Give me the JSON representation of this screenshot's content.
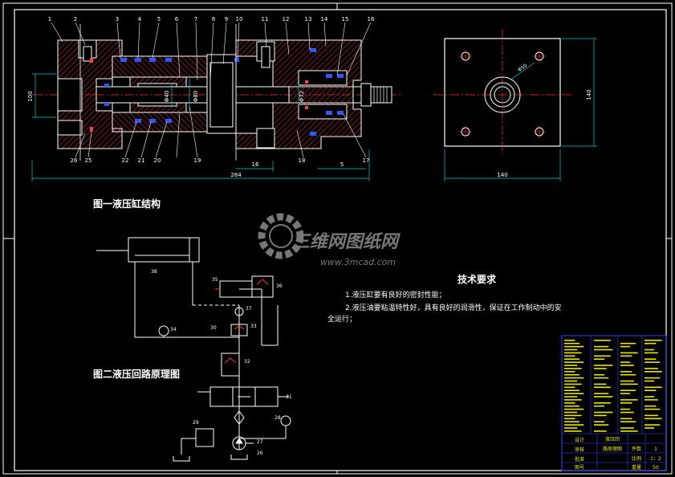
{
  "part_numbers_top": [
    "1",
    "2",
    "3",
    "4",
    "5",
    "6",
    "7",
    "8",
    "9",
    "10",
    "11",
    "12",
    "13",
    "14",
    "15",
    "16"
  ],
  "part_numbers_bottom": [
    "26",
    "25",
    "22",
    "21",
    "20",
    "19",
    "18",
    "17"
  ],
  "dims": {
    "length_total": "284",
    "dim_16": "16",
    "dim_5": "5",
    "left_height": "100",
    "bore": "Φ80",
    "rod": "Φ40",
    "bore2": "Φ72",
    "plate_width": "140",
    "plate_height": "140",
    "circle_dia": "Φ50"
  },
  "figure1_caption": "图一液压缸结构",
  "figure2_caption": "图二液压回路原理图",
  "hydraulic_labels": [
    "38",
    "35",
    "36",
    "37",
    "34",
    "33",
    "32",
    "31",
    "30",
    "29",
    "28",
    "27",
    "26"
  ],
  "watermark": {
    "brand_cn": "三维网图纸网",
    "url": "www.3mcad.com"
  },
  "tech_req": {
    "title": "技术要求",
    "line1": "1.液压缸要有良好的密封性能；",
    "line2": "2.液压油要粘温特性好，具有良好的润滑性，保证在工作制动中的安",
    "line3": "全运行；"
  },
  "title_block": {
    "scale_label": "比例",
    "scale_value": "1：2",
    "qty_label": "件数",
    "qty_value": "1",
    "sheet_label": "图号",
    "weight_label": "重量",
    "weight_value": "50",
    "drawing_name_1": "液压回",
    "drawing_name_2": "路原理图",
    "designer_label": "设计",
    "checker_label": "审核",
    "approver_label": "批准"
  },
  "colors": {
    "frame": "#ffffff",
    "part": "#ffffff",
    "hatch": "#cc3333",
    "centerline": "#ff3333",
    "dimension": "#00d0d0",
    "seal": "#3355ff",
    "leader": "#ffffff",
    "hydraulic": "#ffffff",
    "valve_red": "#ff3333",
    "title_block": "#3344ff",
    "title_text": "#e8e800",
    "watermark": "#777777"
  }
}
